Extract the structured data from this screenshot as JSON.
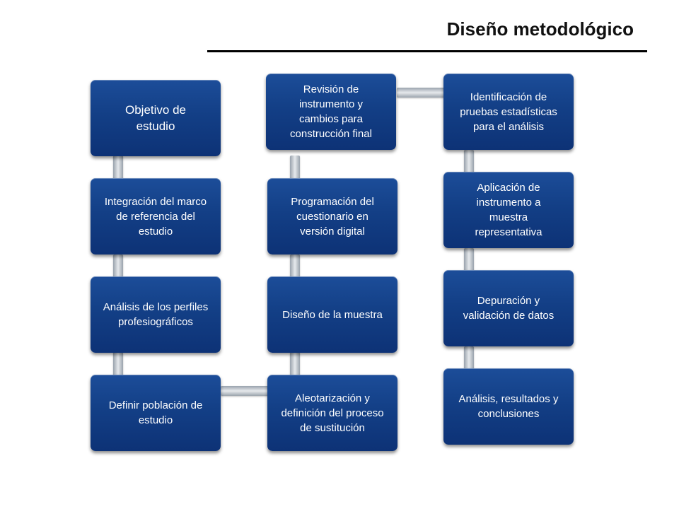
{
  "title": "Diseño metodológico",
  "colors": {
    "box_fill": "#133f86",
    "box_text": "#ffffff",
    "connector": "#b8bfc7",
    "title_rule": "#000000"
  },
  "steps": [
    "Objetivo de\nestudio",
    "Integración del marco\nde referencia del\nestudio",
    "Análisis de los perfiles\nprofesiográficos",
    "Definir población de\nestudio",
    "Aleotarización y\ndefinición del proceso\nde sustitución",
    "Diseño de la muestra",
    "Programación del\ncuestionario en\nversión digital",
    "Revisión de\ninstrumento y\ncambios para\nconstrucción final",
    "Identificación de\npruebas estadísticas\npara el análisis",
    "Aplicación de\ninstrumento a\nmuestra\nrepresentativa",
    "Depuración y\nvalidación de  datos",
    "Análisis, resultados y\nconclusiones"
  ]
}
